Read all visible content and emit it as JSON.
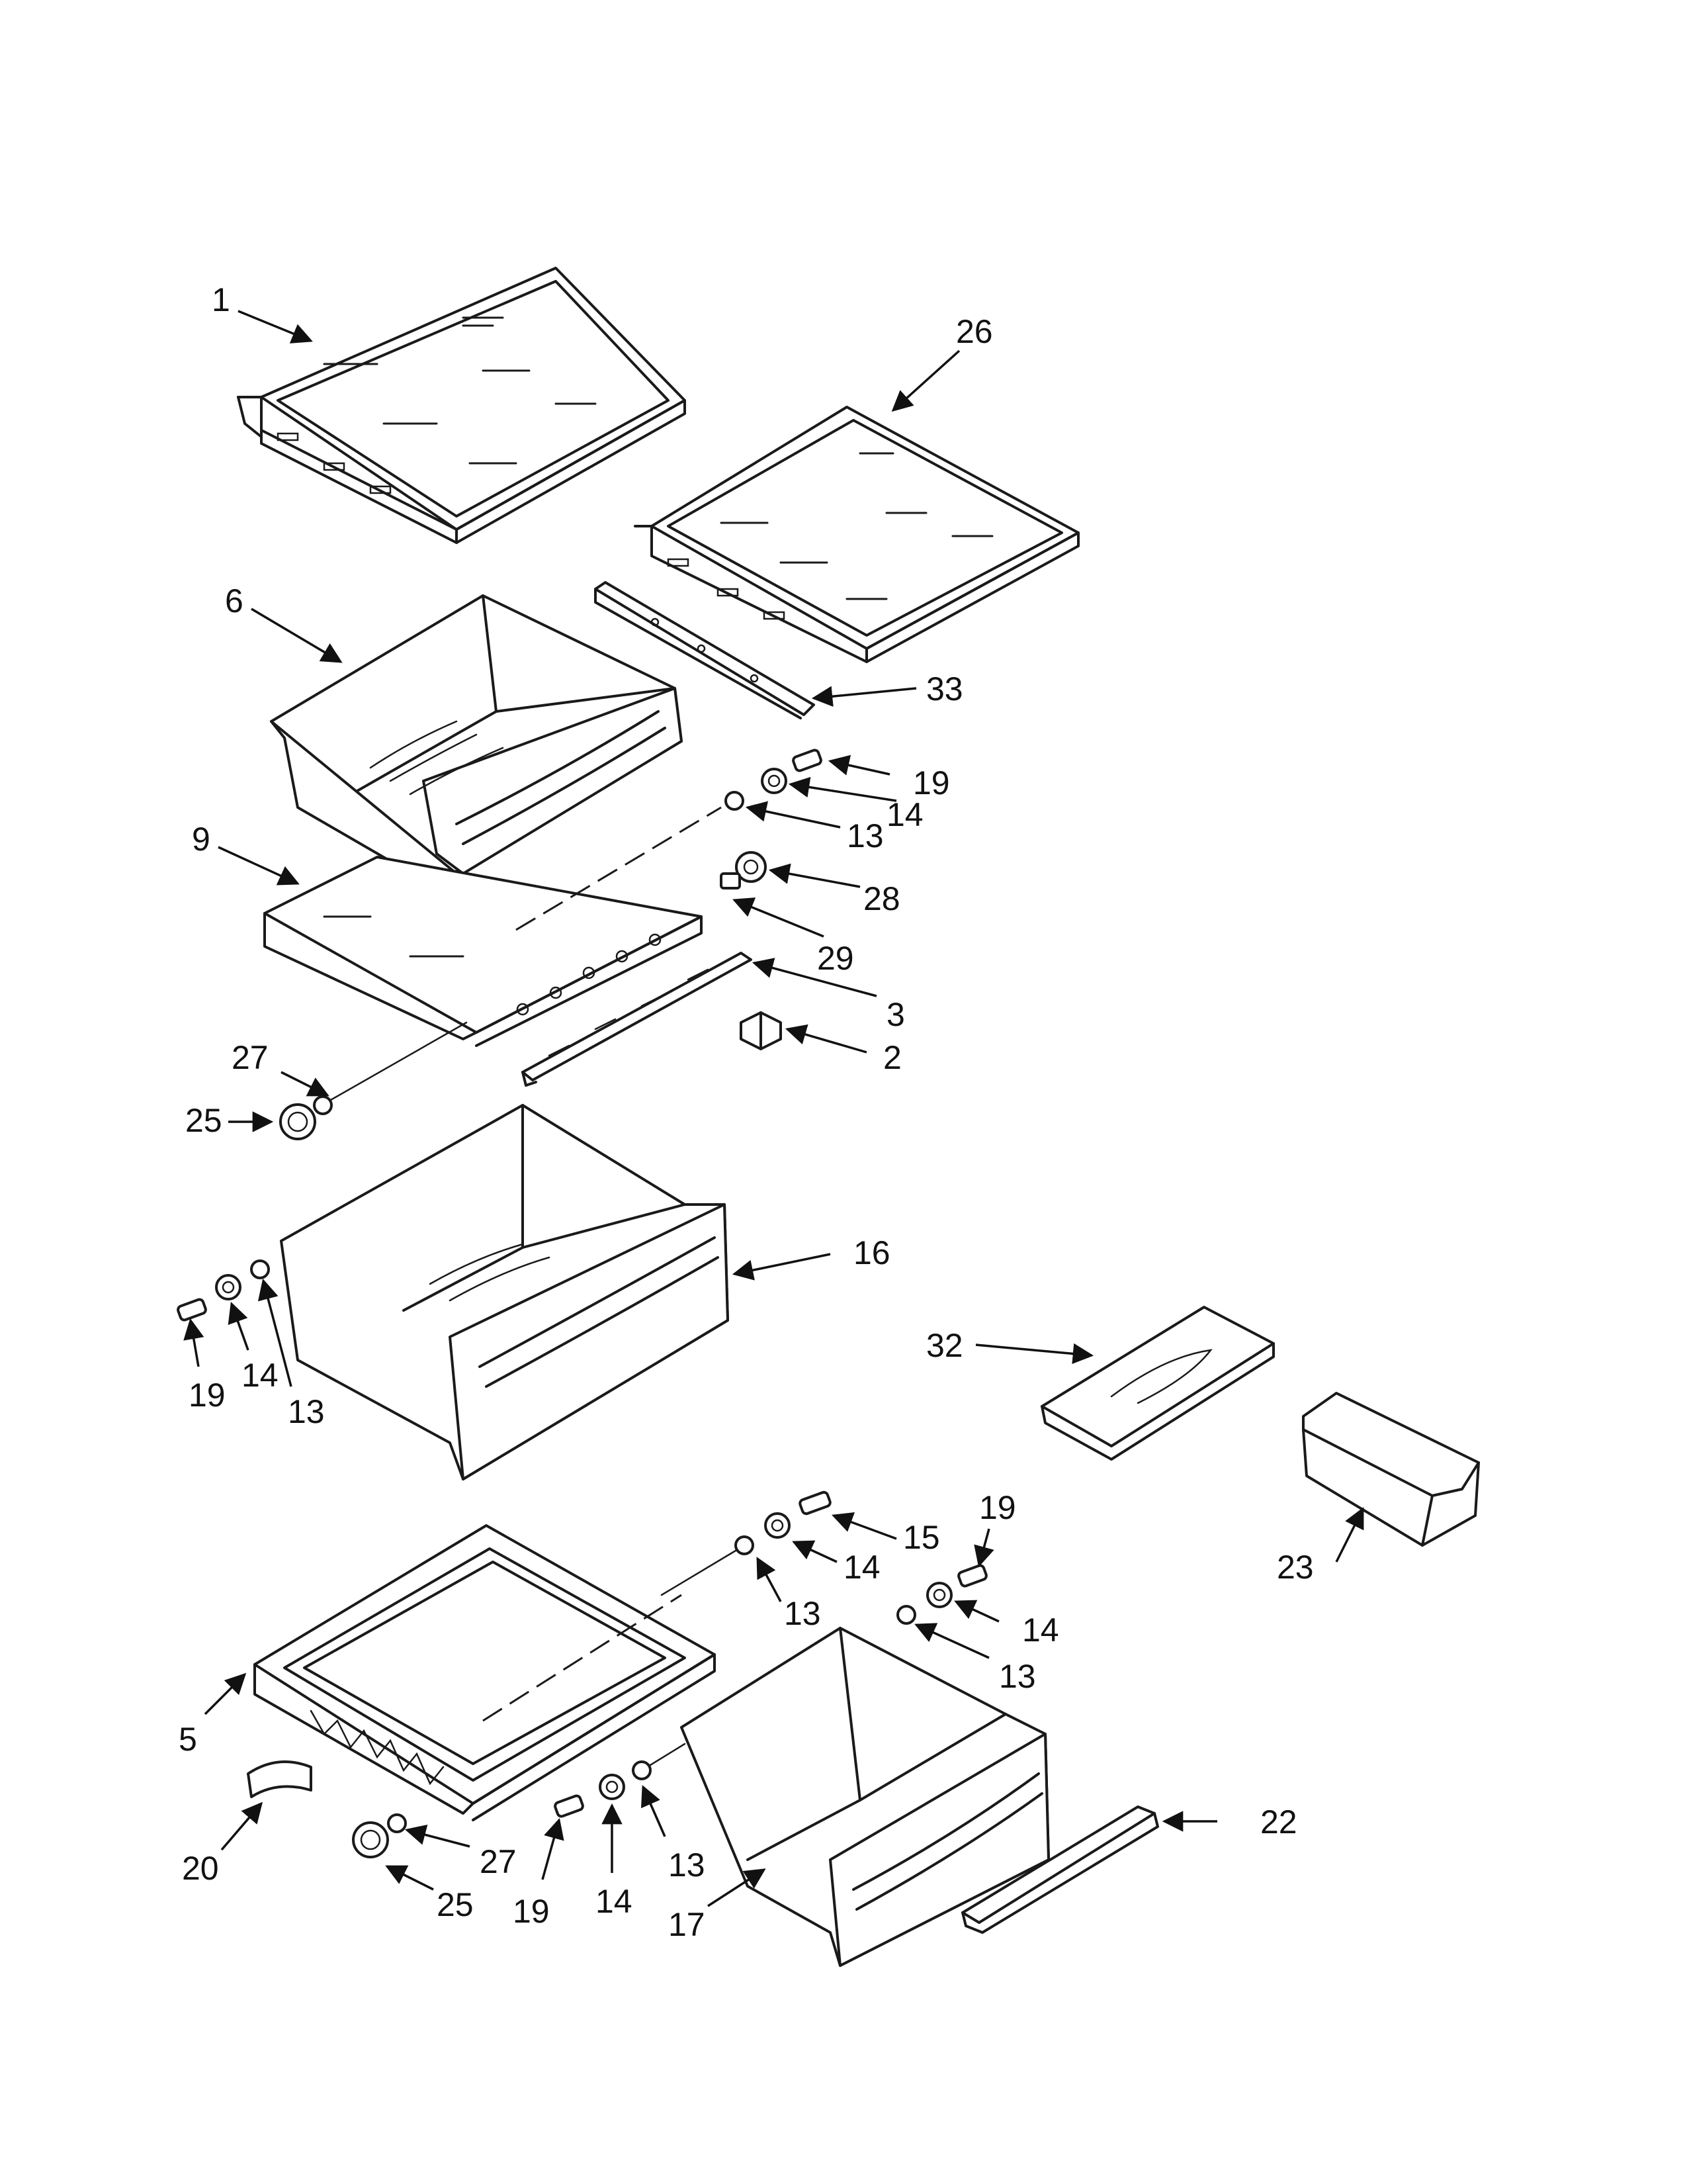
{
  "callouts": [
    {
      "id": "1",
      "label": "1"
    },
    {
      "id": "26",
      "label": "26"
    },
    {
      "id": "6",
      "label": "6"
    },
    {
      "id": "33",
      "label": "33"
    },
    {
      "id": "19a",
      "label": "19"
    },
    {
      "id": "14a",
      "label": "14"
    },
    {
      "id": "13a",
      "label": "13"
    },
    {
      "id": "9",
      "label": "9"
    },
    {
      "id": "28",
      "label": "28"
    },
    {
      "id": "29",
      "label": "29"
    },
    {
      "id": "3",
      "label": "3"
    },
    {
      "id": "2",
      "label": "2"
    },
    {
      "id": "27a",
      "label": "27"
    },
    {
      "id": "25a",
      "label": "25"
    },
    {
      "id": "16",
      "label": "16"
    },
    {
      "id": "19b",
      "label": "19"
    },
    {
      "id": "14b",
      "label": "14"
    },
    {
      "id": "13b",
      "label": "13"
    },
    {
      "id": "32",
      "label": "32"
    },
    {
      "id": "23",
      "label": "23"
    },
    {
      "id": "15",
      "label": "15"
    },
    {
      "id": "14c",
      "label": "14"
    },
    {
      "id": "13c",
      "label": "13"
    },
    {
      "id": "19c",
      "label": "19"
    },
    {
      "id": "14d",
      "label": "14"
    },
    {
      "id": "13d",
      "label": "13"
    },
    {
      "id": "5",
      "label": "5"
    },
    {
      "id": "20",
      "label": "20"
    },
    {
      "id": "27b",
      "label": "27"
    },
    {
      "id": "25b",
      "label": "25"
    },
    {
      "id": "19d",
      "label": "19"
    },
    {
      "id": "14e",
      "label": "14"
    },
    {
      "id": "13e",
      "label": "13"
    },
    {
      "id": "17",
      "label": "17"
    },
    {
      "id": "22",
      "label": "22"
    }
  ]
}
